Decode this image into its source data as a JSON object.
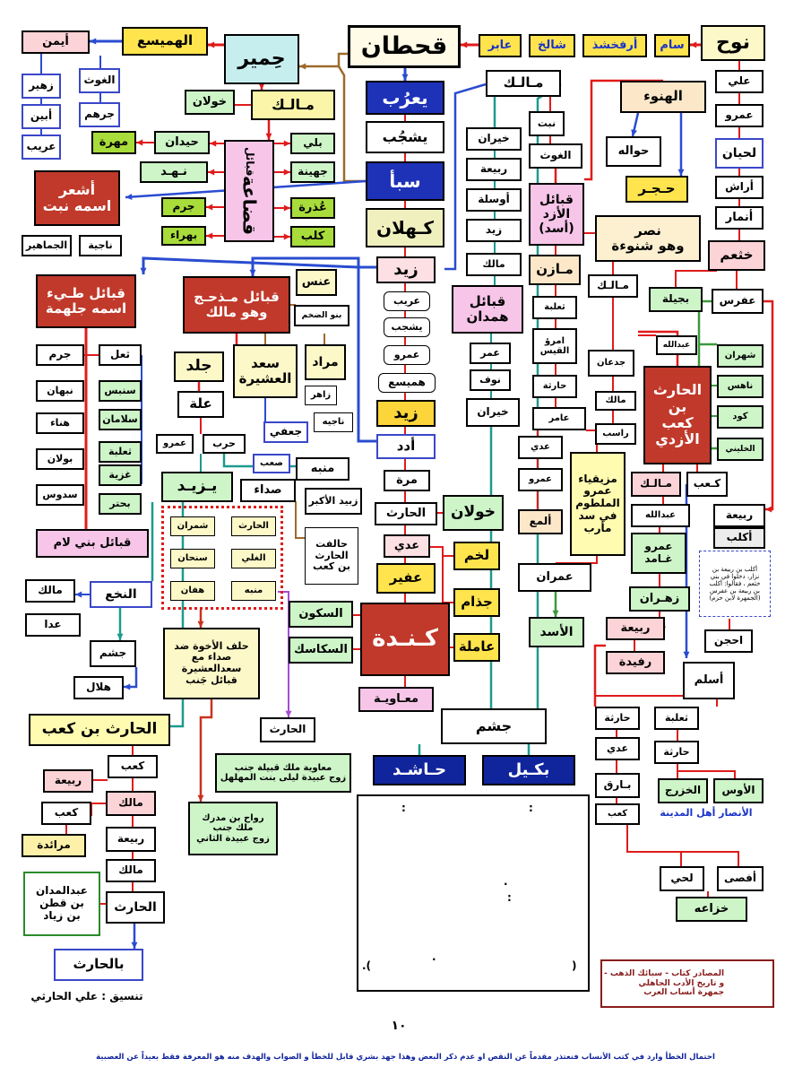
{
  "colors": {
    "red": "#e01b1b",
    "blue": "#2a4cd0",
    "brown": "#9c6a2a",
    "teal": "#1d9a8e",
    "purple": "#a64cd6",
    "green": "#3b9a3b",
    "darkblue": "#10249c",
    "darkred": "#c8321f"
  },
  "nodes": {
    "qahtan": "قحطان",
    "nuh": "نوح",
    "sam": "سام",
    "arfakhshad": "أرفخشذ",
    "shalikh": "شالخ",
    "abir": "عابر",
    "yarub": "يعرُب",
    "yashjub": "يشجُب",
    "saba": "سبأ",
    "kahlan": "كـهلان",
    "zayd1": "زيد",
    "himyar": "حِمير",
    "hamaysa": "الهميسع",
    "ayman": "أيمن",
    "ghawth_l": "الغوث",
    "jurhum": "جرهم",
    "zuhayr": "زهير",
    "abyan": "أبين",
    "urayb_l": "عريب",
    "malik_h": "مـالـك",
    "khawlan_t": "خولان",
    "qudaa_tribes": "قبائل",
    "qudaa": "قضاعة",
    "haydan": "حيدان",
    "mahra": "مهرة",
    "nahd": "نـهـد",
    "jarm_q": "جرم",
    "bali": "بلي",
    "juhayna": "جهينة",
    "udhra": "عُذرة",
    "kalb": "كلب",
    "bahra": "بهراء",
    "ashar": "أشعر\nاسمه نبت",
    "najiya": "ناجية",
    "jamahir": "الجماهير",
    "tayy": "قبائل طـيء\nاسمه جلهمة",
    "jarm_t": "جرم",
    "thual": "ثعل",
    "nabhan": "نبهان",
    "sinbis": "سنبس",
    "hunaa": "هناء",
    "salaman": "سلامان",
    "bawlan": "بولان",
    "thaalaba_t": "ثعلبة",
    "sadus": "سدوس",
    "ghaziya": "غزية",
    "buhtur": "بحتر",
    "bani_lam": "قبائل بني لام",
    "madhhij": "قبائل مـذحـج\nوهو مالك",
    "ans": "عنس",
    "banu_dhakham": "بنو الضخم",
    "jald": "جلد",
    "saad": "سعد\nالعشيرة",
    "murad": "مراد",
    "zahir": "زاهر",
    "najiya2": "ناجيه",
    "ula": "علة",
    "jufi": "جعفي",
    "amr_m": "عمرو",
    "harb": "حرب",
    "saab": "صعب",
    "munabbih": "منبه",
    "yazid": "يـزيـد",
    "sudaa": "صداء",
    "zubayd": "زبيد الأكبر",
    "halafat": "حالفت\nالحارث\nبن كعب",
    "harith_i": "الحارث",
    "shamran": "شمران",
    "ghali": "الغلي",
    "sinhan": "سنحان",
    "munabbih2": "منبه",
    "hafan": "هفان",
    "hilf": "حلف الأخوة ضد\nصداء مع\nسعدالعشيرة\nقبائل جَنب",
    "nakha": "النخع",
    "malik_n": "مالك",
    "adda": "عدا",
    "jusham_n": "جشم",
    "hilal": "هلال",
    "harith_kaab": "الحارث بن كعب",
    "harith_j": "الحارث",
    "muawiya_janb": "معاوية ملك قبيلة جنب\nزوج عبيدة ليلى بنت المهلهل",
    "rawwah": "رواح بن مدرك\nملك جنب\nزوج عبيدة الثاني",
    "kaab_h": "كعب",
    "rabia_h": "ربيعة",
    "malik_h2": "مالك",
    "kaab_h2": "كعب",
    "rabia_h2": "ربيعة",
    "muraida": "مرائدة",
    "malik_h3": "مالك",
    "abdulmadan": "عبدالمدان\nبن قطن\nبن زياد",
    "harith_h": "الحارث",
    "balharith": "بالحارث",
    "arib": "عريب",
    "yashjub2": "يشجب",
    "amr_c": "عمرو",
    "hamaysa2": "هميسع",
    "zayd2": "زيد",
    "udad": "أدد",
    "murra": "مرة",
    "harith_c": "الحارث",
    "khawlan_c": "خولان",
    "adi_c": "عدي",
    "lakhm": "لخم",
    "ufayr": "عفير",
    "judham": "جذام",
    "kinda": "كـنـدة",
    "sakun": "السكون",
    "sakasik": "السكاسك",
    "amila": "عاملة",
    "muawiya": "معـاويـة",
    "malik_top": "مـالـك",
    "khayran": "خيران",
    "nabt": "نبت",
    "rabia_c": "ربيعة",
    "awsala": "أوسلة",
    "zayd_c": "زيد",
    "malik_c": "مالك",
    "hamdan": "قبائل\nهمدان",
    "amr_hm": "عمر",
    "nawf": "نوف",
    "khayran2": "خيران",
    "jusham": "جشم",
    "hashid": "حـاشـد",
    "bakil": "بكـيل",
    "ghawth": "الغوث",
    "azd": "قبائل\nالأزد\n(أسد)",
    "mazin": "مـازن",
    "thaalaba_a": "ثعلبة",
    "imru": "امرؤ\nالقيس",
    "haritha_a": "حارثة",
    "amir_a": "عامر",
    "adi_a": "عدي",
    "amr_a": "عمرو",
    "muzayqiya": "مزيقياء\nعمرو\nالملطوم\nفي سد\nمأرب",
    "ama": "ألمع",
    "imran": "عمران",
    "asad": "الأسد",
    "hanu": "الهنوء",
    "hawala": "حواله",
    "hajar": "حـجـر",
    "nasr": "نصر\nوهو شنوءة",
    "malik_a": "مـالـك",
    "abdullah_a": "عبدالله",
    "jadan": "جدعان",
    "malik_a2": "مالك",
    "rasib": "راسب",
    "harith_azd": "الحارث\nبن\nكعب\nالأزدي",
    "malik_k": "مـالـك",
    "kaab_k": "كـعب",
    "abdullah_k": "عبدالله",
    "amr_ghamid": "عمرو\nغـامد",
    "zahran": "زهـران",
    "rabia_k": "ربيعة",
    "rufayda": "رفيدة",
    "ali": "علي",
    "amr_r": "عمرو",
    "lihyan": "لحيان",
    "arash": "أراش",
    "anmar": "أنمار",
    "khatham": "خثعم",
    "bajila": "بجيلة",
    "afras": "عفرس",
    "shahran": "شهران",
    "nahis": "ناهس",
    "kud": "كود",
    "khalini": "الخليني",
    "rabia_r": "ربيعة",
    "aklub": "أكلب",
    "aklub_note": "أكلب بن ربيعة بن\nنزار، دخلوا في بني\nخثعم ، فقالوا: أكلب\nبن ربيعة بن عفرس\n(الجمهرة لابن حزم)",
    "ajhan": "احجن",
    "aslam": "أسلم",
    "haritha_l": "حارثة",
    "thaalaba_l": "ثعلبة",
    "adi_l": "عدي",
    "haritha_l2": "حارثة",
    "bariq": "بـارق",
    "khazraj": "الخزرج",
    "aws": "الأوس",
    "ansar": "الأنصار أهل المدينة",
    "kaab_l": "كعب",
    "afsa": "أفصى",
    "luhay": "لحي",
    "khuzaa": "خزاعه"
  },
  "sources": "المصادر كتاب - سبائك الذهب -\nو تاريخ الأدب الجاهلي\nجمهرة أنساب العرب",
  "credit": "تنسيق : علي الحارثي",
  "page_number": "١٠",
  "disclaimer": "احتمال الخطأ وارد في كتب الأنساب فنعتذر مقدماً عن النقص او عدم ذكر البعض وهذا جهد بشري قابل للخطأ و الصواب والهدف منه هو المعرفة فقط بعيداً عن العصبية",
  "box_marks": {
    "m1": ":",
    "m2": ":",
    "m3": ".",
    "m4": ":",
    "m5": ".",
    "m6": ").",
    "m7": "("
  }
}
